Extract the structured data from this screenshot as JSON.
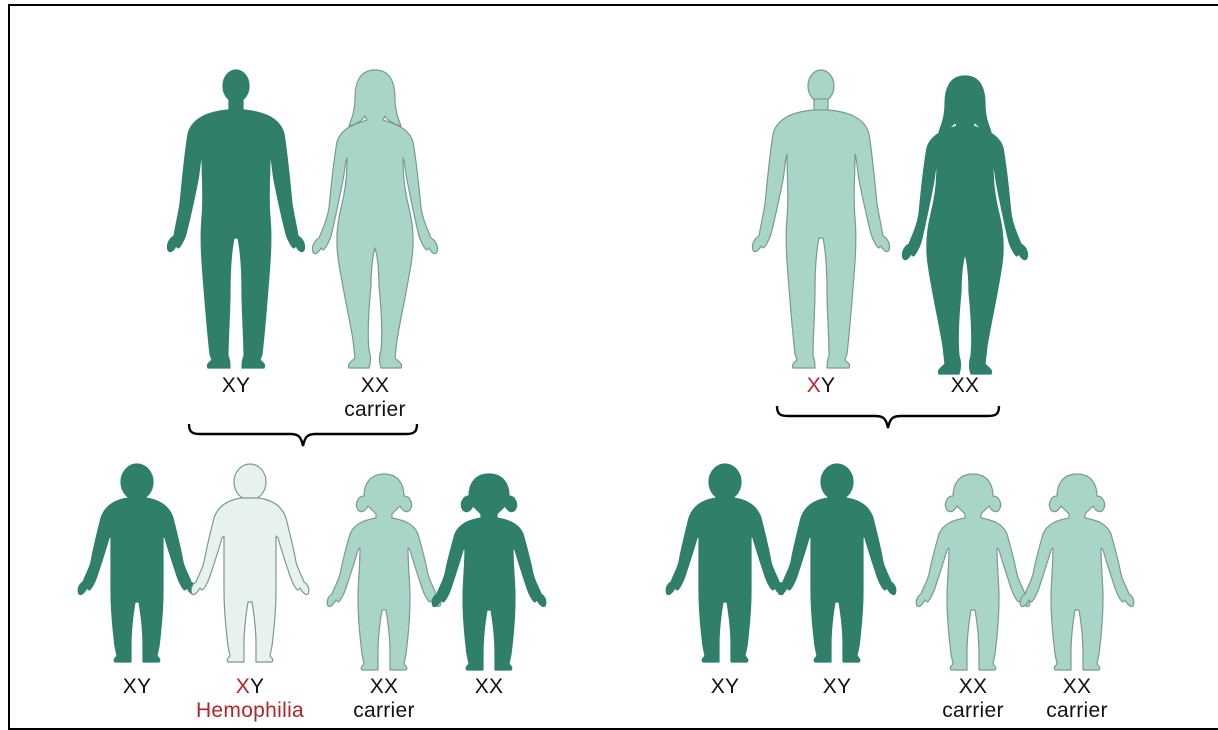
{
  "colors": {
    "unaffected": "#2f7f6a",
    "carrier": "#a9d4c8",
    "affected": "#e7f2ee",
    "outline": "#7a9a8f",
    "highlight": "#b0262a"
  },
  "families": [
    {
      "name": "left-family",
      "parents": [
        {
          "kind": "adult-male",
          "tone": "unaffected",
          "label_prefix": "",
          "label_rest": "XY",
          "note": ""
        },
        {
          "kind": "adult-female",
          "tone": "carrier",
          "label_prefix": "",
          "label_rest": "XX",
          "note": "carrier"
        }
      ],
      "children": [
        {
          "kind": "boy",
          "tone": "unaffected",
          "label_prefix": "",
          "label_rest": "XY",
          "note": "",
          "note_red": false
        },
        {
          "kind": "boy",
          "tone": "affected",
          "label_prefix": "X",
          "label_rest": "Y",
          "note": "Hemophilia",
          "note_red": true
        },
        {
          "kind": "girl",
          "tone": "carrier",
          "label_prefix": "",
          "label_rest": "XX",
          "note": "carrier",
          "note_red": false
        },
        {
          "kind": "girl",
          "tone": "unaffected",
          "label_prefix": "",
          "label_rest": "XX",
          "note": "",
          "note_red": false
        }
      ]
    },
    {
      "name": "right-family",
      "parents": [
        {
          "kind": "adult-male",
          "tone": "carrier",
          "label_prefix": "X",
          "label_rest": "Y",
          "note": ""
        },
        {
          "kind": "adult-female",
          "tone": "unaffected",
          "label_prefix": "",
          "label_rest": "XX",
          "note": ""
        }
      ],
      "children": [
        {
          "kind": "boy",
          "tone": "unaffected",
          "label_prefix": "",
          "label_rest": "XY",
          "note": "",
          "note_red": false
        },
        {
          "kind": "boy",
          "tone": "unaffected",
          "label_prefix": "",
          "label_rest": "XY",
          "note": "",
          "note_red": false
        },
        {
          "kind": "girl",
          "tone": "carrier",
          "label_prefix": "",
          "label_rest": "XX",
          "note": "carrier",
          "note_red": false
        },
        {
          "kind": "girl",
          "tone": "carrier",
          "label_prefix": "",
          "label_rest": "XX",
          "note": "carrier",
          "note_red": false
        }
      ]
    }
  ]
}
